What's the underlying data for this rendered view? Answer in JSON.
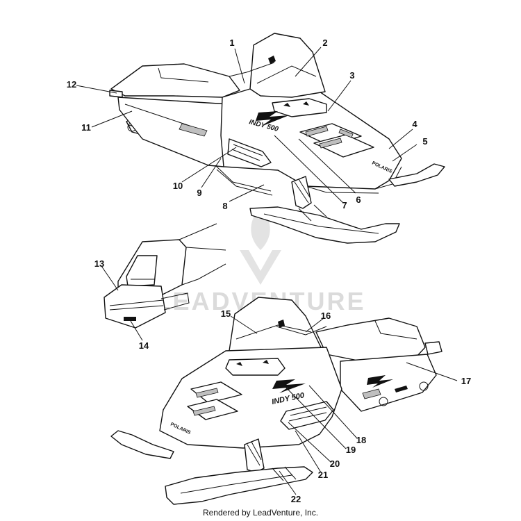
{
  "watermark": {
    "brand": "LEADVENTURE"
  },
  "credit": "Rendered by LeadVenture, Inc.",
  "callouts": [
    "1",
    "2",
    "3",
    "4",
    "5",
    "6",
    "7",
    "8",
    "9",
    "10",
    "11",
    "12",
    "13",
    "14",
    "15",
    "16",
    "17",
    "18",
    "19",
    "20",
    "21",
    "22"
  ],
  "decal_text": {
    "top_side": "INDY 500",
    "bottom_side": "INDY 500",
    "hood_brand": "POLARIS"
  }
}
